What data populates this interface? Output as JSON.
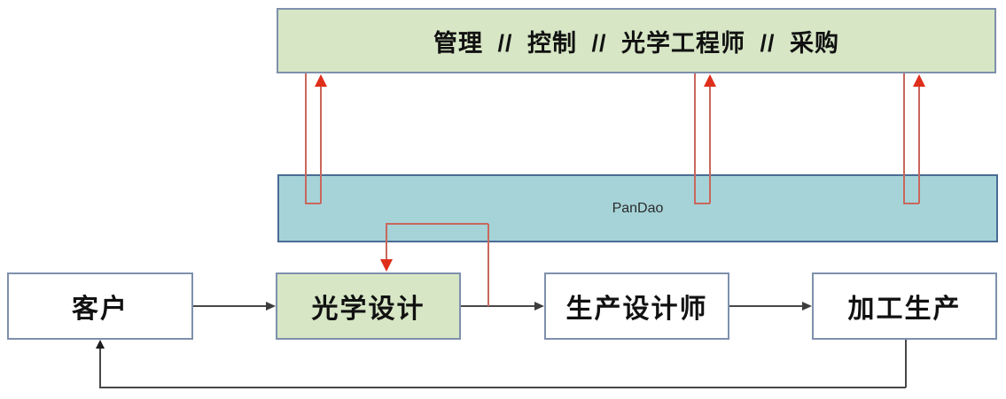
{
  "diagram": {
    "title": "PanDao optics production workflow diagram",
    "top_box": {
      "label": "管理 // 控制 // 光学工程师 // 采购"
    },
    "pandao_box": {
      "label": "PanDao"
    },
    "flow_boxes": [
      {
        "id": "customer",
        "label": "客户",
        "variant": "white"
      },
      {
        "id": "optical-design",
        "label": "光学设计",
        "variant": "green"
      },
      {
        "id": "production-designer",
        "label": "生产设计师",
        "variant": "white"
      },
      {
        "id": "manufacturing",
        "label": "加工生产",
        "variant": "white"
      }
    ],
    "connectors": {
      "black_flow": [
        "customer -> optical-design",
        "optical-design -> production-designer",
        "production-designer -> manufacturing",
        "manufacturing -> customer (feedback loop bottom)"
      ],
      "red_loops": [
        "pandao <-> top roles (left)",
        "pandao <-> top roles (middle)",
        "pandao <-> top roles (right)",
        "optical-design output -> pandao -> optical-design"
      ]
    },
    "colors": {
      "green_fill": "#d7e6c5",
      "teal_fill": "#a5d3d8",
      "box_border": "#7e90ac",
      "teal_border": "#4a6b94",
      "red_line": "#c9675c",
      "red_arrowhead": "#df2f1b",
      "black_line": "#484848",
      "text": "#111111"
    }
  }
}
